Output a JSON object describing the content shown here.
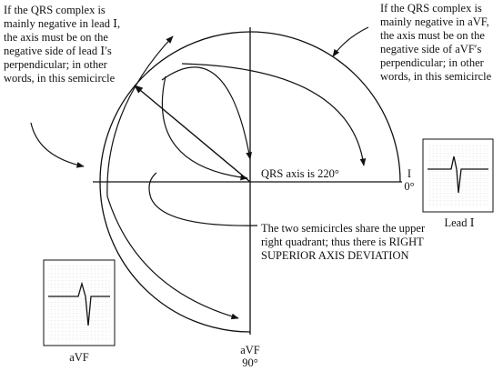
{
  "annotations": {
    "lead_i_rule": [
      "If the QRS complex is",
      "mainly negative in lead Ⅰ,",
      "the axis must be on the",
      "negative side of lead Ⅰ′s",
      "perpendicular; in other",
      "words, in this semicircle"
    ],
    "avf_rule": [
      "If the QRS complex is",
      "mainly negative in aVF,",
      "the axis must be on the",
      "negative side of aVF′s",
      "perpendicular; in other",
      "words, in this semicircle"
    ],
    "conclusion": [
      "The two semicircles share the upper",
      "right quadrant; thus there is RIGHT",
      "SUPERIOR AXIS DEVIATION"
    ],
    "qrs_axis": "QRS axis is 220°"
  },
  "axes": {
    "lead_i_name": "I",
    "lead_i_degrees": "0°",
    "avf_name": "aVF",
    "avf_degrees": "90°"
  },
  "ecg_strips": {
    "lead_i_caption": "Lead Ⅰ",
    "avf_caption": "aVF"
  },
  "colors": {
    "ink": "#111111",
    "grid_minor": "#bdbdbd",
    "grid_major": "#8c8c8c",
    "strip_background": "#ffffff"
  }
}
